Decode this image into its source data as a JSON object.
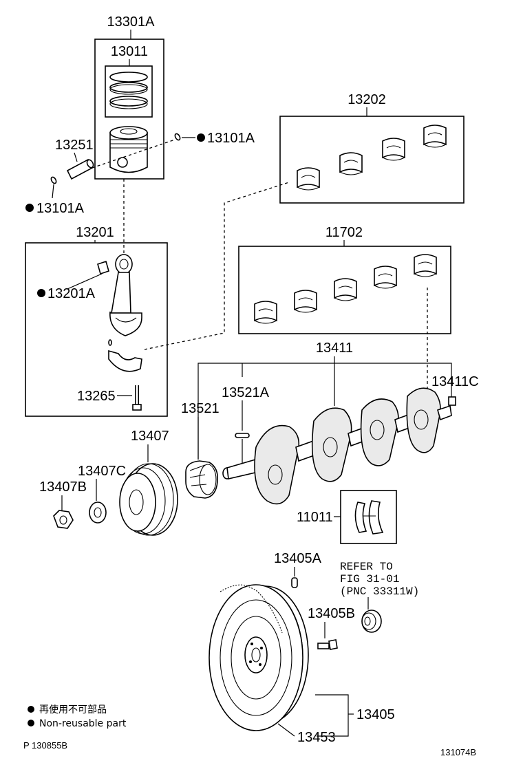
{
  "labels": {
    "piston_sub_assy": "13301A",
    "piston_ring_set": "13011",
    "piston_pin": "13251",
    "snap_ring_right": "13101A",
    "snap_ring_left": "13101A",
    "connecting_rod": "13201",
    "rod_bushing": "13201A",
    "rod_bolt": "13265",
    "rod_bearing_set": "13202",
    "main_bearing_set": "11702",
    "crankshaft": "13411",
    "crank_pin": "13411C",
    "key": "13521A",
    "timing_gear": "13521",
    "pulley": "13407",
    "pulley_washer": "13407C",
    "pulley_nut": "13407B",
    "thrust_washer": "11011",
    "flywheel_pin": "13405A",
    "flywheel_bolt": "13405B",
    "flywheel": "13405",
    "ring_gear": "13453"
  },
  "refer": {
    "line1": "REFER TO",
    "line2": "FIG 31-01",
    "line3": "(PNC 33311W)"
  },
  "legend": {
    "line1": "再使用不可部品",
    "line2": "Non-reusable part"
  },
  "footer": {
    "left": "P 130855B",
    "right": "131074B"
  },
  "colors": {
    "ink": "#000000",
    "paper": "#ffffff"
  }
}
